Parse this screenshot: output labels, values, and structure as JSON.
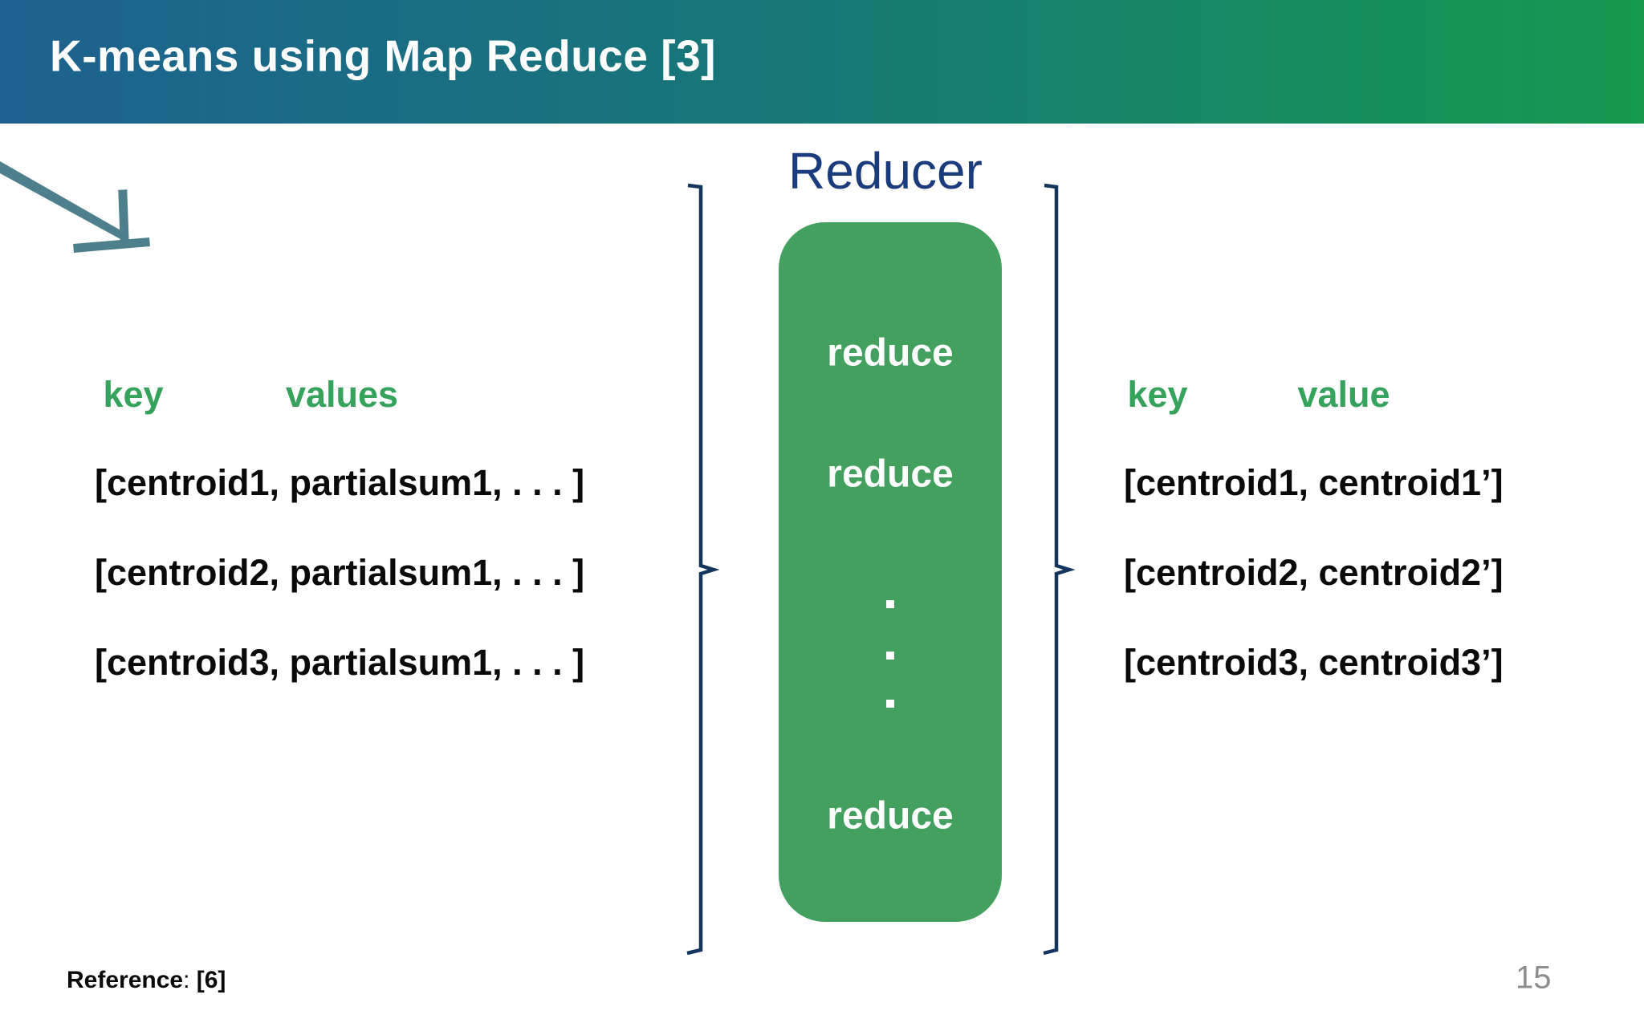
{
  "slide": {
    "title": "K-means using Map Reduce [3]",
    "page_number": "15",
    "reference": {
      "label": "Reference",
      "separator": ": ",
      "value": "[6]"
    }
  },
  "diagram": {
    "reducer_label": "Reducer",
    "reducer_steps": [
      "reduce",
      "reduce",
      "reduce"
    ],
    "input_table": {
      "key_header": "key",
      "values_header": "values",
      "rows": [
        "[centroid1, partialsum1, . . . ]",
        "[centroid2, partialsum1, . . . ]",
        "[centroid3, partialsum1, . . . ]"
      ]
    },
    "output_table": {
      "key_header": "key",
      "value_header": "value",
      "rows": [
        "[centroid1, centroid1’]",
        "[centroid2, centroid2’]",
        "[centroid3, centroid3’]"
      ]
    },
    "colors": {
      "header_gradient_start": "#1d6190",
      "header_gradient_mid": "#177a75",
      "header_gradient_end": "#14994f",
      "reducer_box_green": "#44a05e",
      "table_header_green": "#35a35c",
      "reducer_label_navy": "#1a3b7c",
      "bracket_navy": "#14365e",
      "arrow_teal": "#4e7f8c",
      "row_text_black": "#0a0a0a",
      "page_number_gray": "#8e8e8e"
    }
  }
}
